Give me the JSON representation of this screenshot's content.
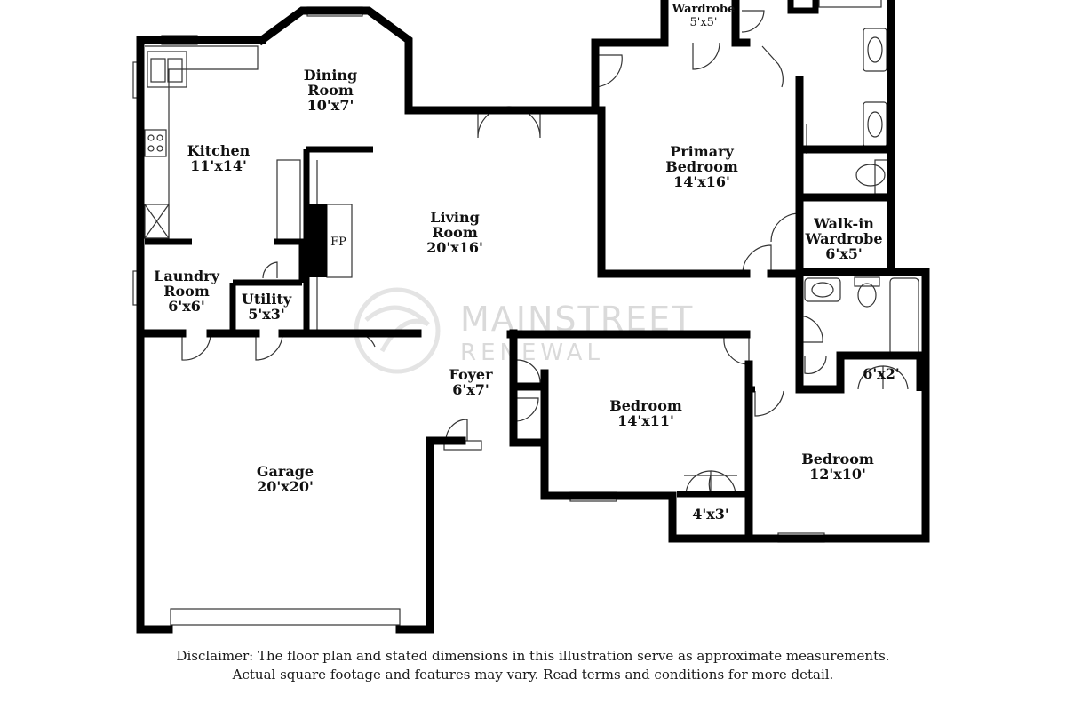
{
  "rooms": {
    "dining": {
      "name_line1": "Dining",
      "name_line2": "Room",
      "size": "10'x7'"
    },
    "kitchen": {
      "name": "Kitchen",
      "size": "11'x14'"
    },
    "living": {
      "name_line1": "Living",
      "name_line2": "Room",
      "size": "20'x16'"
    },
    "fireplace": {
      "label": "FP"
    },
    "laundry": {
      "name_line1": "Laundry",
      "name_line2": "Room",
      "size": "6'x6'"
    },
    "utility": {
      "name": "Utility",
      "size": "5'x3'"
    },
    "garage": {
      "name": "Garage",
      "size": "20'x20'"
    },
    "foyer": {
      "name": "Foyer",
      "size": "6'x7'"
    },
    "primary_bedroom": {
      "name_line1": "Primary",
      "name_line2": "Bedroom",
      "size": "14'x16'"
    },
    "top_wardrobe": {
      "name": "Wardrobe",
      "size": "5'x5'"
    },
    "walkin_wardrobe": {
      "name_line1": "Walk-in",
      "name_line2": "Wardrobe",
      "size": "6'x5'"
    },
    "bedroom_center": {
      "name": "Bedroom",
      "size": "14'x11'"
    },
    "bedroom_right": {
      "name": "Bedroom",
      "size": "12'x10'"
    },
    "closet_small": {
      "size": "4'x3'"
    },
    "closet_right": {
      "size": "6'x2'"
    }
  },
  "watermark": {
    "line1": "MAINSTREET",
    "line2": "RENEWAL"
  },
  "disclaimer": {
    "line1": "Disclaimer: The floor plan and stated dimensions in this illustration serve as approximate measurements.",
    "line2": "Actual square footage and features may vary. Read terms and conditions for more detail."
  }
}
